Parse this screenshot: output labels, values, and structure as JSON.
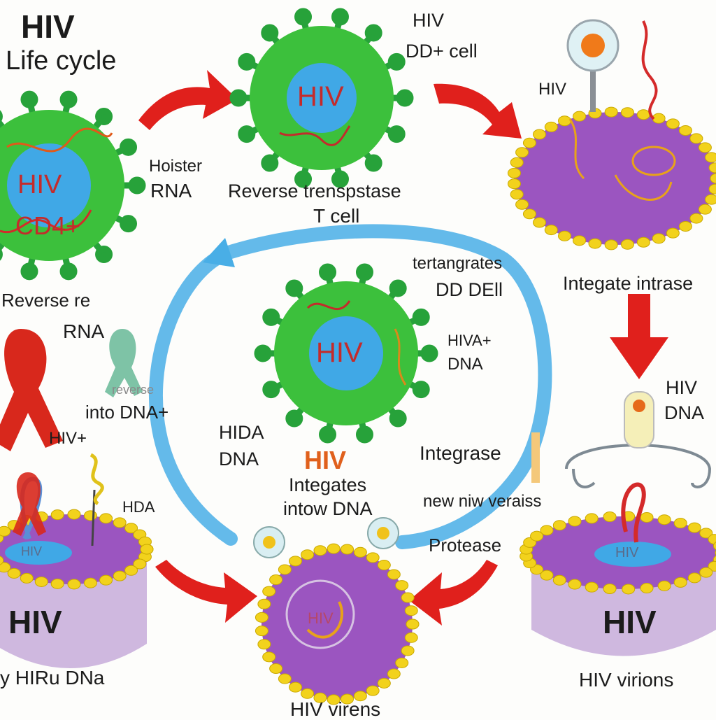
{
  "title": {
    "line1": "HIV",
    "line2": "Life cycle"
  },
  "colors": {
    "virus_body": "#3cc03c",
    "virus_spike": "#27a23a",
    "nucleus": "#40a8e6",
    "nucleus_text": "#c42b2b",
    "cell_purple": "#9b55c0",
    "membrane_bead": "#f2d21c",
    "arrow_red": "#e0201c",
    "cycle_blue": "#49aee6",
    "ribbon_red": "#d8281c"
  },
  "icons": [
    "hiv-virus-icon",
    "awareness-ribbon-icon",
    "rna-strand-icon",
    "host-cell-icon",
    "red-arrow-icon",
    "cycle-arrow-icon"
  ],
  "labels": {
    "top_right_hiv": "HIV",
    "top_right_cell": "DD+ cell",
    "hoister": "Hoister",
    "rna": "RNA",
    "reverse_transcriptase": "Reverse trenspstase",
    "t_cell": "T cell",
    "hiv_near_receptor": "HIV",
    "integrate_intrase": "Integate intrase",
    "tertangrates": "tertangrates",
    "dd_dell": "DD DEll",
    "reverse_re": "Reverse re",
    "rna_left": "RNA",
    "reverse_faint": "reverse",
    "into_dna": "into DNA+",
    "hiv_plus": "HIV+",
    "hiva_plus": "HIVA+",
    "dna_center_right": "DNA",
    "hiv_dna_right_1": "HIV",
    "hiv_dna_right_2": "DNA",
    "hida": "HIDA",
    "dna_center_left": "DNA",
    "hiv_center_red": "HIV",
    "integrase": "Integrase",
    "integates": "Integates",
    "intow_dna": "intow DNA",
    "hda": "HDA",
    "new_virus": "new niw veraiss",
    "protease": "Protease",
    "hiv_bottom_left": "HIV",
    "hiv_bottom_right": "HIV",
    "hiru_dna": "y HIRu DNa",
    "hiv_virions": "HIV virions",
    "hiv_virens": "HIV virens"
  },
  "virus_labels": {
    "top": "HIV",
    "left_1": "HIV",
    "left_2": "CD4+",
    "center": "HIV",
    "bottom_cell": "HIV",
    "bottom_left_cell": "HIV",
    "bottom_right_cell": "HIV"
  }
}
